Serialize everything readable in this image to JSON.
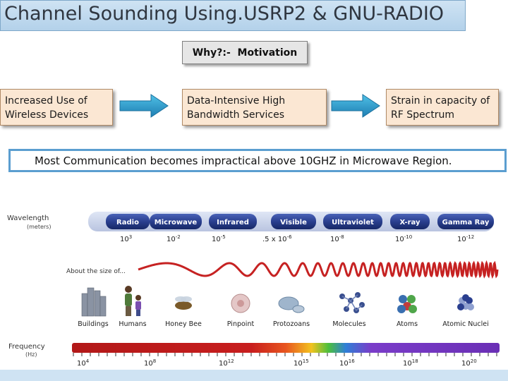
{
  "title": "Channel Sounding Using.USRP2 & GNU-RADIO",
  "why_label": "Why?:-  Motivation",
  "flow": [
    {
      "line1": "Increased Use of",
      "line2": "Wireless Devices"
    },
    {
      "line1": "Data-Intensive High",
      "line2": "Bandwidth Services"
    },
    {
      "line1": "Strain in capacity of",
      "line2": "RF Spectrum"
    }
  ],
  "note": "Most Communication becomes impractical above  10GHZ in Microwave Region.",
  "spectrum": {
    "wavelength_label": "Wavelength",
    "wavelength_unit": "(meters)",
    "bands": [
      "Radio",
      "Microwave",
      "Infrared",
      "Visible",
      "Ultraviolet",
      "X-ray",
      "Gamma Ray"
    ],
    "wavelength_values": [
      {
        "base": "10",
        "exp": "3"
      },
      {
        "base": "10",
        "exp": "-2"
      },
      {
        "base": "10",
        "exp": "-5"
      },
      {
        "base": ".5 x 10",
        "exp": "-6"
      },
      {
        "base": "10",
        "exp": "-8"
      },
      {
        "base": "10",
        "exp": "-10"
      },
      {
        "base": "10",
        "exp": "-12"
      }
    ],
    "size_label": "About the size of...",
    "objects": [
      "Buildings",
      "Humans",
      "Honey Bee",
      "Pinpoint",
      "Protozoans",
      "Molecules",
      "Atoms",
      "Atomic Nuclei"
    ],
    "frequency_label": "Frequency",
    "frequency_unit": "(Hz)",
    "frequency_values": [
      {
        "base": "10",
        "exp": "4"
      },
      {
        "base": "10",
        "exp": "8"
      },
      {
        "base": "10",
        "exp": "12"
      },
      {
        "base": "10",
        "exp": "15"
      },
      {
        "base": "10",
        "exp": "16"
      },
      {
        "base": "10",
        "exp": "18"
      },
      {
        "base": "10",
        "exp": "20"
      }
    ]
  },
  "colors": {
    "title_bg": "#bcd7ee",
    "flow_box_bg": "#fbe7d3",
    "arrow_fill": "#2e9cc7",
    "note_border": "#5b9ed0",
    "band_pill": "#2a3f8f"
  }
}
